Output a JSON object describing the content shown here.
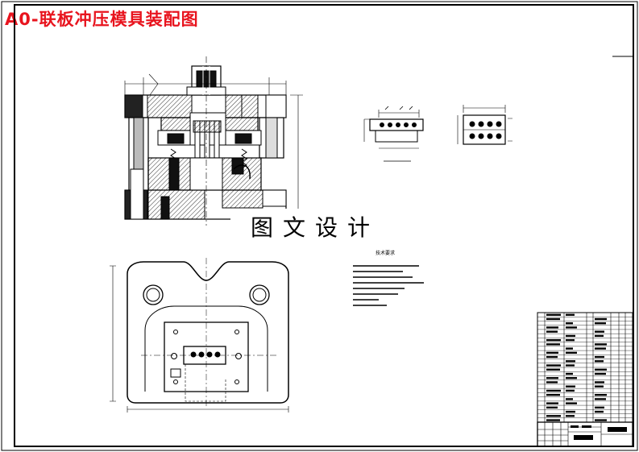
{
  "drawing": {
    "title": "A0-联板冲压模具装配图",
    "watermark": "图文设计",
    "tech_requirements_heading": "技术要求",
    "title_color": "#e8141e",
    "line_color": "#000000",
    "background": "#ffffff"
  },
  "views": [
    {
      "id": "front-section",
      "description": "assembly section view"
    },
    {
      "id": "part-drawing-side",
      "description": "part view"
    },
    {
      "id": "part-drawing-top",
      "description": "part view"
    },
    {
      "id": "plan-view",
      "description": "die base plan view"
    },
    {
      "id": "bill-of-materials",
      "description": "parts list table"
    },
    {
      "id": "title-block",
      "description": "title block"
    }
  ]
}
